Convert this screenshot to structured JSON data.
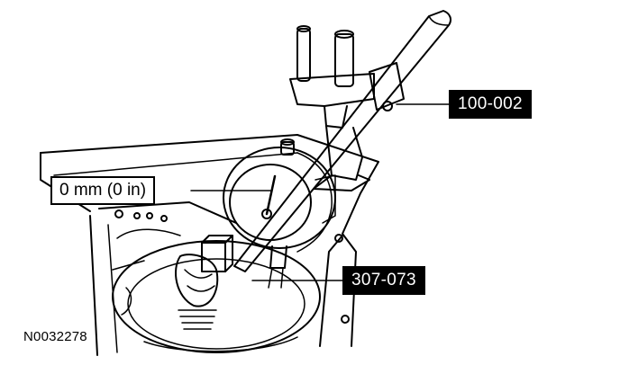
{
  "callouts": {
    "tool_holder": "100-002",
    "dial_indicator": "307-073",
    "reading": "0 mm (0 in)"
  },
  "figure_id": "N0032278",
  "colors": {
    "ink": "#000000",
    "paper": "#ffffff"
  }
}
